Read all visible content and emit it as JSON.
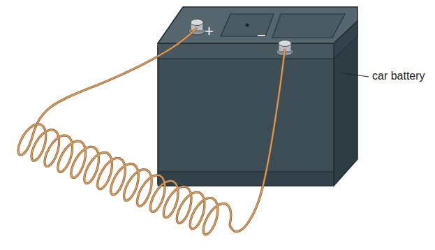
{
  "diagram": {
    "labels": [
      "+",
      "−",
      "car battery"
    ]
  }
}
